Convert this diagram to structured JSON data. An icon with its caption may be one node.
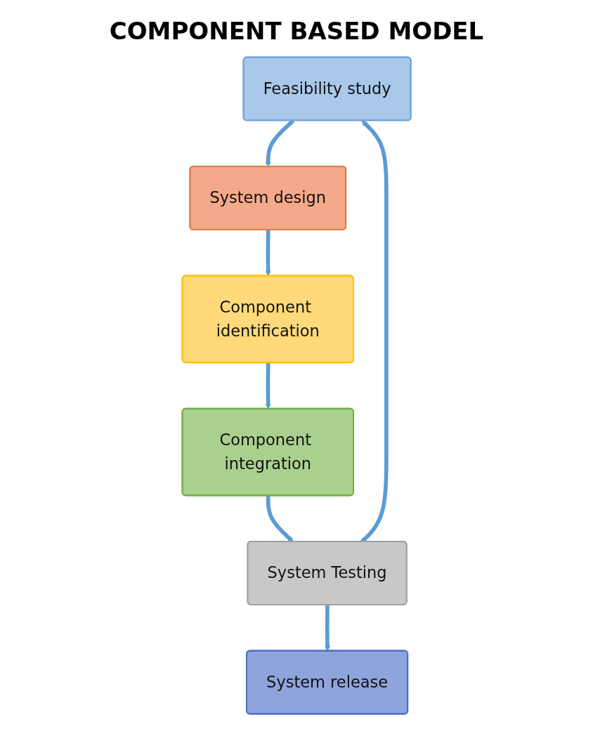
{
  "diagram": {
    "title": "COMPONENT BASED MODEL",
    "nodes": [
      {
        "text": [
          "System release"
        ]
      },
      {
        "text": [
          "Feasibility study"
        ]
      },
      {
        "text": [
          "System Testing"
        ]
      },
      {
        "text": [
          "System design"
        ]
      },
      {
        "text": [
          "Component integration"
        ]
      },
      {
        "text": [
          "Component identification"
        ]
      }
    ],
    "edges": [
      {
        "from": 1,
        "to": 3,
        "arrow": "to"
      },
      {
        "from": 3,
        "to": 5,
        "arrow": "to"
      },
      {
        "from": 5,
        "to": 4,
        "arrow": "to"
      },
      {
        "from": 4,
        "to": 2,
        "arrow": "to"
      },
      {
        "from": 2,
        "to": 0,
        "arrow": "to"
      },
      {
        "from": 2,
        "to": 1,
        "arrow": "to"
      }
    ]
  }
}
